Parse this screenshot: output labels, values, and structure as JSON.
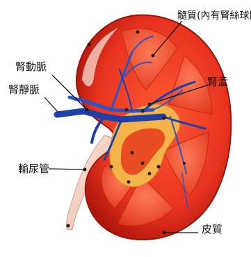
{
  "labels": {
    "medulla": "髓質(內有腎絲球體",
    "renal_artery": "腎動脈",
    "renal_vein": "腎靜脈",
    "renal_pelvis": "腎盂",
    "ureter": "輸尿管",
    "cortex": "皮質"
  },
  "colors": {
    "cortex": "#e8331f",
    "cortex_dark": "#b0170c",
    "capsule": "#f4c9bd",
    "pyramid": "#f05a3c",
    "pelvis": "#f5b44a",
    "vein": "#1c3fa8",
    "artery": "#2855c8",
    "ureter": "#f7d7c8",
    "leader": "#111111"
  }
}
